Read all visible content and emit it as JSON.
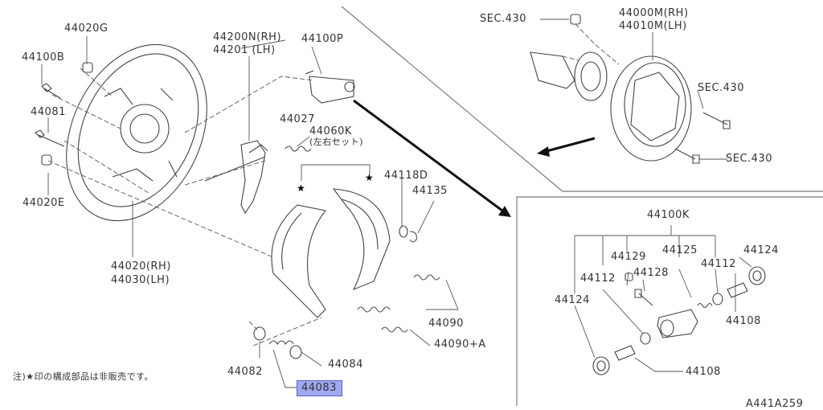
{
  "diagram": {
    "labels": {
      "p44020g": "44020G",
      "p44100b": "44100B",
      "p44081": "44081",
      "p44020e": "44020E",
      "p44200n": "44200N(RH)",
      "p44201": "44201 (LH)",
      "p44100p": "44100P",
      "p44027": "44027",
      "p44060k": "44060K",
      "p44060k_sub": "(左右セット)",
      "p44118d": "44118D",
      "p44135": "44135",
      "p44020_rh": "44020(RH)",
      "p44030_lh": "44030(LH)",
      "p44090": "44090",
      "p44090a": "44090+A",
      "p44082": "44082",
      "p44084": "44084",
      "p44083": "44083",
      "sec430_top": "SEC.430",
      "p44000m": "44000M(RH)",
      "p44010m": "44010M(LH)",
      "sec430_mid": "SEC.430",
      "sec430_bot": "SEC.430",
      "p44100k": "44100K",
      "p44129": "44129",
      "p44125": "44125",
      "p44124_r": "44124",
      "p44112_l": "44112",
      "p44128": "44128",
      "p44112_r": "44112",
      "p44124_l": "44124",
      "p44108_r": "44108",
      "p44108_b": "44108",
      "note": "注)★印の構成部品は非販売です。",
      "code": "A441A259"
    },
    "highlight_color": "#9fa8f0"
  }
}
